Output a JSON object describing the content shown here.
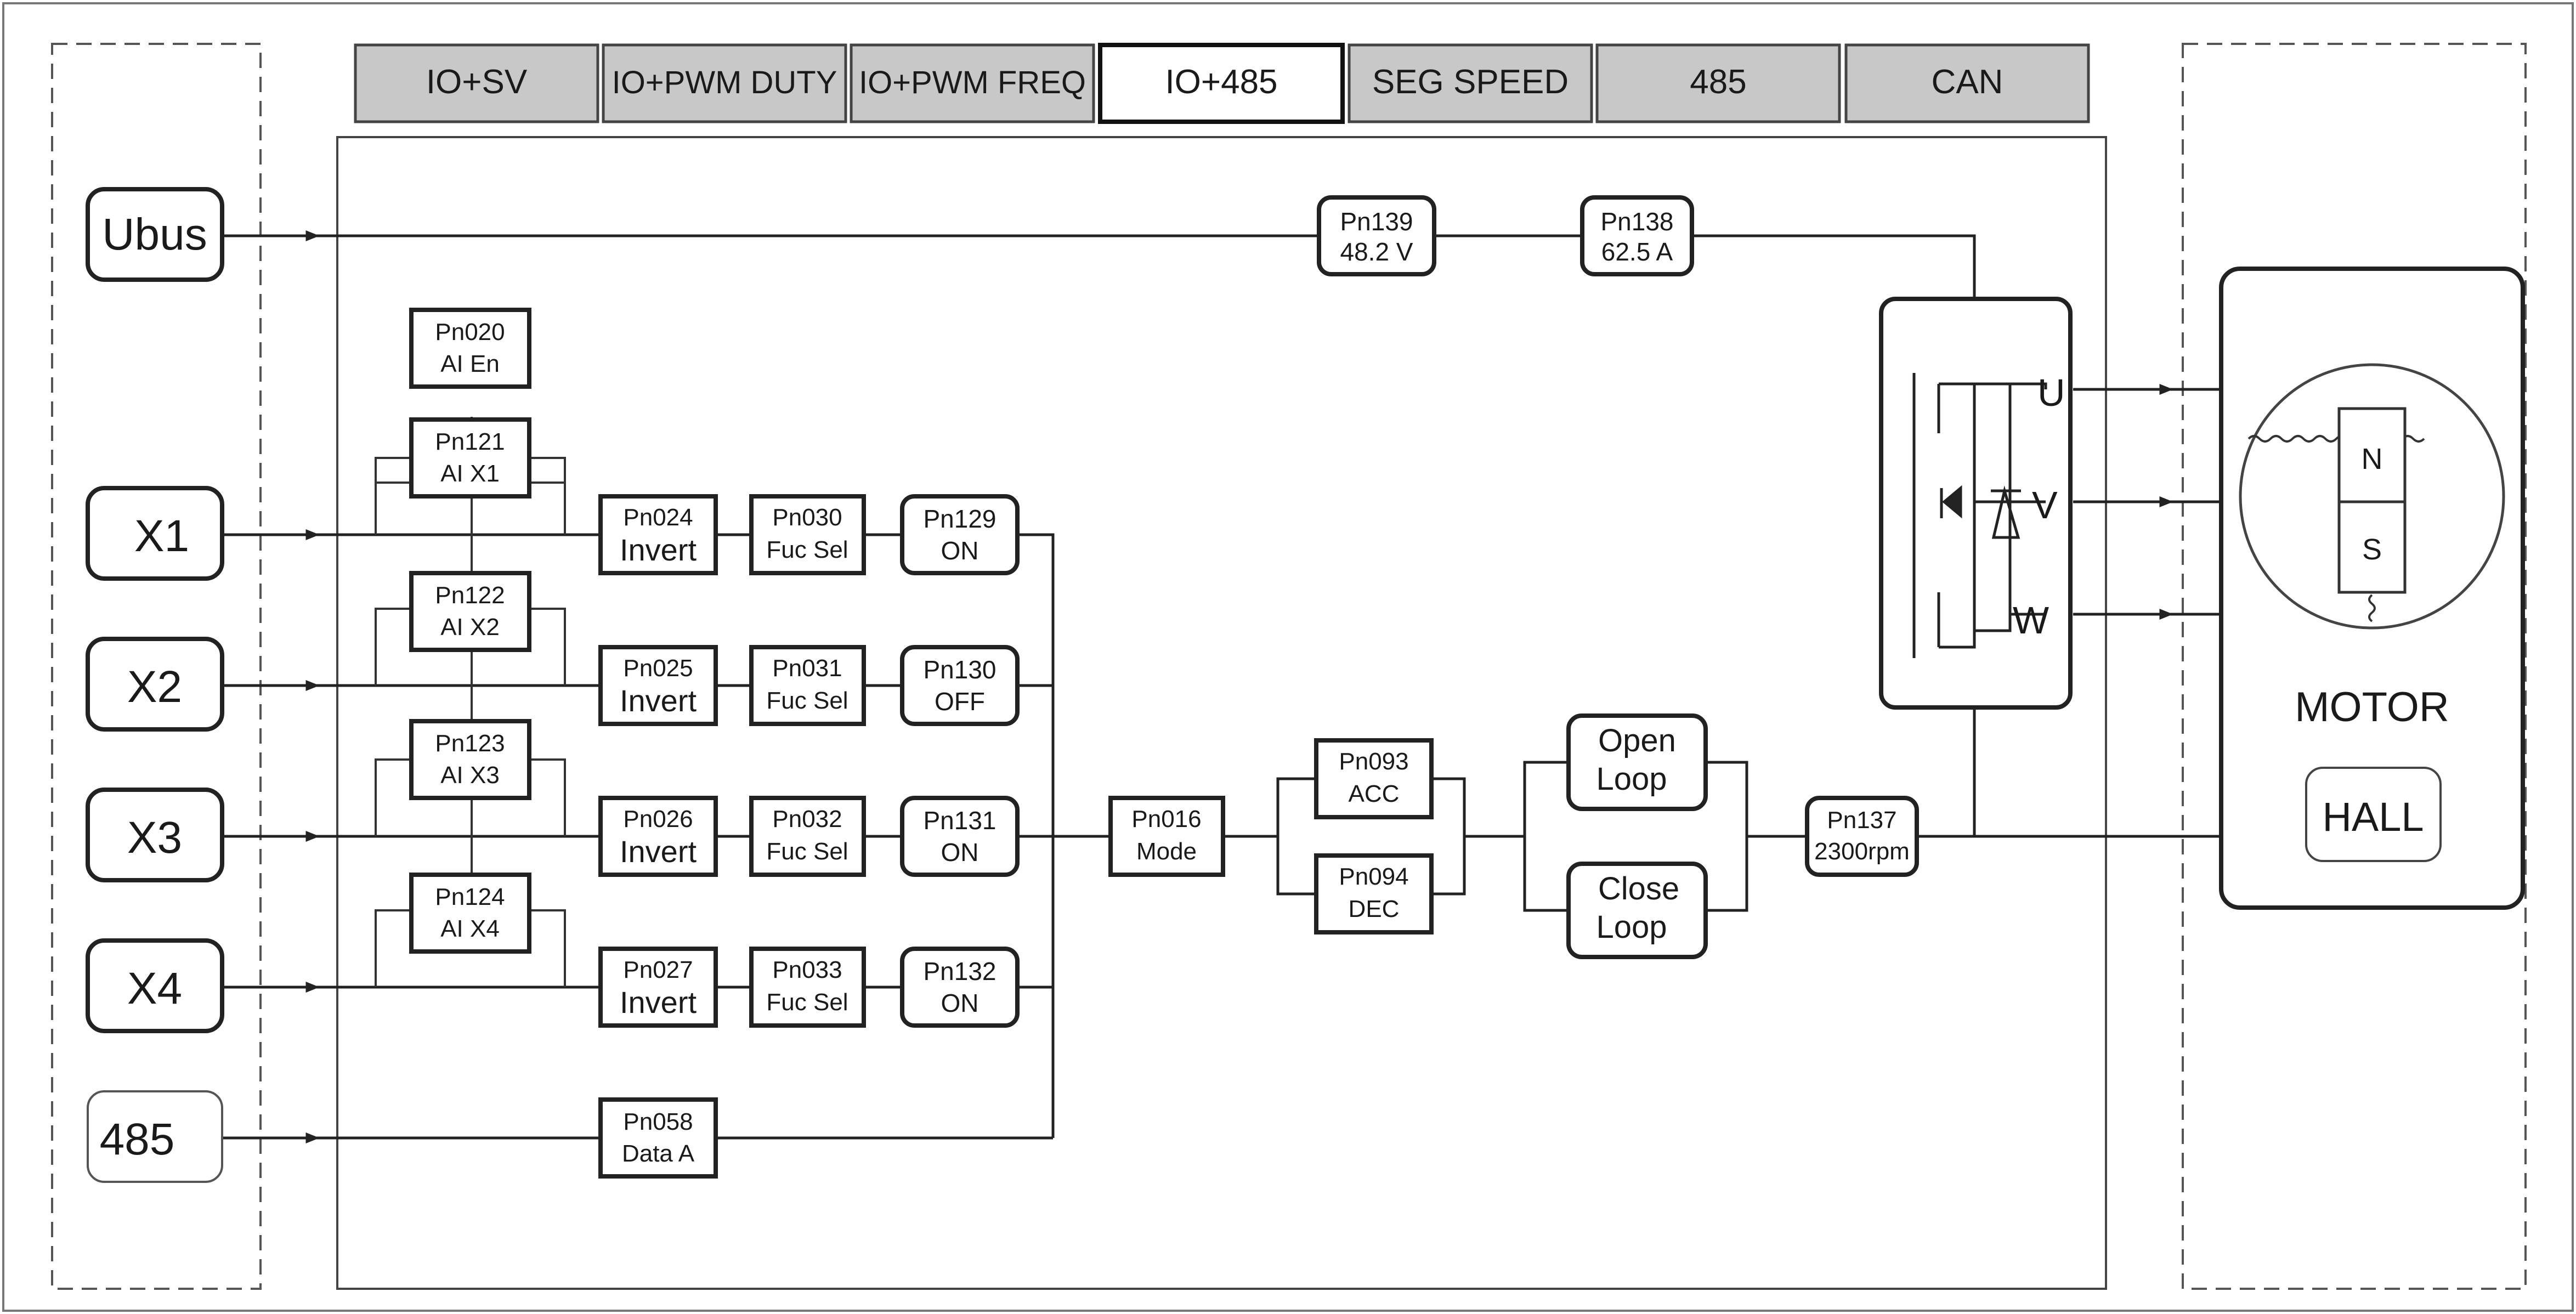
{
  "tabs": [
    {
      "label": "IO+SV",
      "active": false
    },
    {
      "label": "IO+PWM DUTY",
      "active": false
    },
    {
      "label": "IO+PWM FREQ",
      "active": false
    },
    {
      "label": "IO+485",
      "active": true
    },
    {
      "label": "SEG SPEED",
      "active": false
    },
    {
      "label": "485",
      "active": false
    },
    {
      "label": "CAN",
      "active": false
    }
  ],
  "inputs": {
    "ubus": "Ubus",
    "x1": "X1",
    "x2": "X2",
    "x3": "X3",
    "x4": "X4",
    "rs485": "485"
  },
  "power": {
    "pn139": {
      "code": "Pn139",
      "value": "48.2 V"
    },
    "pn138": {
      "code": "Pn138",
      "value": "62.5 A"
    }
  },
  "analog": {
    "pn020": {
      "code": "Pn020",
      "value": "AI En"
    },
    "pn121": {
      "code": "Pn121",
      "value": "AI X1"
    },
    "pn122": {
      "code": "Pn122",
      "value": "AI X2"
    },
    "pn123": {
      "code": "Pn123",
      "value": "AI X3"
    },
    "pn124": {
      "code": "Pn124",
      "value": "AI X4"
    }
  },
  "invert": {
    "pn024": {
      "code": "Pn024",
      "value": "Invert"
    },
    "pn025": {
      "code": "Pn025",
      "value": "Invert"
    },
    "pn026": {
      "code": "Pn026",
      "value": "Invert"
    },
    "pn027": {
      "code": "Pn027",
      "value": "Invert"
    }
  },
  "func": {
    "pn030": {
      "code": "Pn030",
      "value": "Fuc Sel"
    },
    "pn031": {
      "code": "Pn031",
      "value": "Fuc Sel"
    },
    "pn032": {
      "code": "Pn032",
      "value": "Fuc Sel"
    },
    "pn033": {
      "code": "Pn033",
      "value": "Fuc Sel"
    }
  },
  "state": {
    "pn129": {
      "code": "Pn129",
      "value": "ON"
    },
    "pn130": {
      "code": "Pn130",
      "value": "OFF"
    },
    "pn131": {
      "code": "Pn131",
      "value": "ON"
    },
    "pn132": {
      "code": "Pn132",
      "value": "ON"
    }
  },
  "data485": {
    "code": "Pn058",
    "value": "Data A"
  },
  "mode": {
    "code": "Pn016",
    "value": "Mode"
  },
  "accel": {
    "pn093": {
      "code": "Pn093",
      "value": "ACC"
    },
    "pn094": {
      "code": "Pn094",
      "value": "DEC"
    }
  },
  "loop": {
    "open_line1": "Open",
    "open_line2": "Loop",
    "close_line1": "Close",
    "close_line2": "Loop"
  },
  "speed": {
    "code": "Pn137",
    "value": "2300rpm"
  },
  "bridge": {
    "u": "U",
    "v": "V",
    "w": "W"
  },
  "motor": {
    "title": "MOTOR",
    "hall": "HALL",
    "pole_n": "N",
    "pole_s": "S"
  }
}
